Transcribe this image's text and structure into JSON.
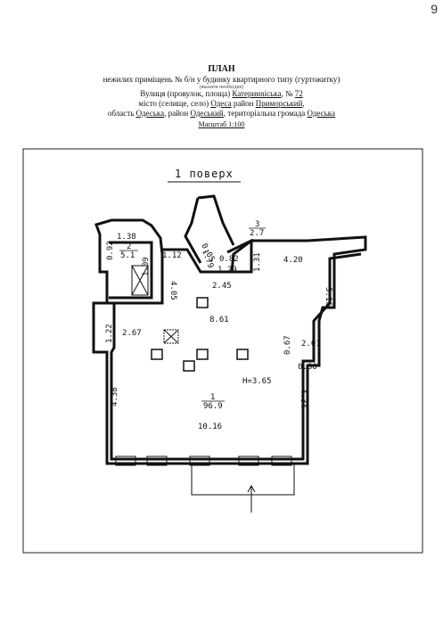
{
  "page_number": "9",
  "header": {
    "title": "ПЛАН",
    "line1_prefix": "нежилих приміщень № б/н у будинку квартирного типу (гуртожитку)",
    "hint": "(вказати необхідне)",
    "street_label": "Вулиця (провулок, площа)",
    "street_value": "Катеринniська",
    "house_label": "№",
    "house_value": "72",
    "city_label": "місто (селище, село)",
    "city_value": "Одеса",
    "district_label": "район",
    "district_value": "Приморський",
    "region_label": "область",
    "region_value": "Одеська",
    "raion_label": "район",
    "raion_value": "Одеський",
    "community_label": "територіальна громада",
    "community_value": "Одеська",
    "scale": "Масштаб 1:100"
  },
  "plan": {
    "floor_label": "1 поверх",
    "rooms": [
      {
        "id": "1",
        "area": "96.9"
      },
      {
        "id": "2",
        "area": "5.1"
      },
      {
        "id": "3",
        "area": "2.7"
      }
    ],
    "height": "Н=3.65",
    "dimensions": [
      "1.38",
      "0.92",
      "1.09",
      "1.12",
      "0.82",
      "1.29",
      "1.31",
      "4.20",
      "0.05",
      "1.79",
      "2.45",
      "4.05",
      "5.16",
      "8.61",
      "1.22",
      "2.67",
      "0.67",
      "2.01",
      "0.86",
      "4.38",
      "4.34",
      "10.16"
    ]
  }
}
